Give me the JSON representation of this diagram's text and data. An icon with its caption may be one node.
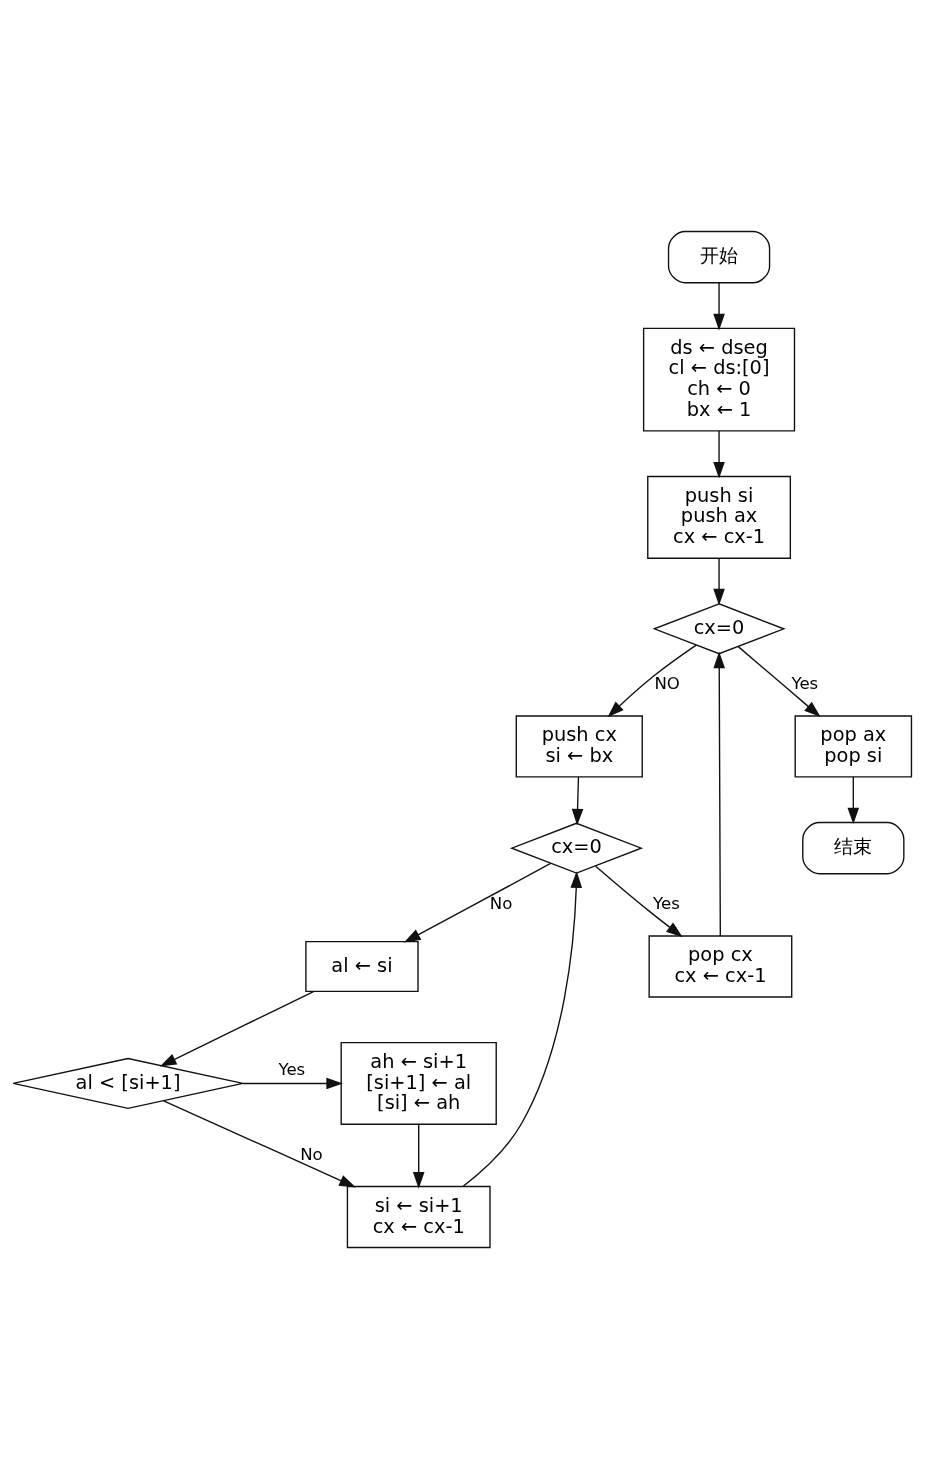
{
  "diagram": {
    "nodes": [
      {
        "text": [
          "开始"
        ]
      },
      {
        "text": [
          "ds ← dseg",
          "cl ← ds:[0]",
          "ch ← 0",
          "bx ← 1"
        ]
      },
      {
        "text": [
          "push si",
          "push ax",
          "cx ← cx-1"
        ]
      },
      {
        "text": [
          "cx=0"
        ]
      },
      {
        "text": [
          "push cx",
          "si ← bx"
        ]
      },
      {
        "text": [
          "cx=0"
        ]
      },
      {
        "text": [
          "al ← si"
        ]
      },
      {
        "text": [
          "al < [si+1]"
        ]
      },
      {
        "text": [
          "ah ← si+1",
          "[si+1] ← al",
          "[si] ← ah"
        ]
      },
      {
        "text": [
          "si ← si+1",
          "cx ← cx-1"
        ]
      },
      {
        "text": [
          "pop cx",
          "cx ← cx-1"
        ]
      },
      {
        "text": [
          "pop ax",
          "pop si"
        ]
      },
      {
        "text": [
          "结束"
        ]
      }
    ],
    "edges": [
      {
        "from": 0,
        "to": 1,
        "arrow": "to"
      },
      {
        "from": 1,
        "to": 2,
        "arrow": "to"
      },
      {
        "from": 2,
        "to": 3,
        "arrow": "to"
      },
      {
        "from": 3,
        "to": 4,
        "arrow": "to",
        "label": "NO"
      },
      {
        "from": 3,
        "to": 11,
        "arrow": "to",
        "label": "Yes"
      },
      {
        "from": 4,
        "to": 5,
        "arrow": "to"
      },
      {
        "from": 5,
        "to": 6,
        "arrow": "to",
        "label": "No"
      },
      {
        "from": 5,
        "to": 10,
        "arrow": "to",
        "label": "Yes"
      },
      {
        "from": 6,
        "to": 7,
        "arrow": "to"
      },
      {
        "from": 7,
        "to": 8,
        "arrow": "to",
        "label": "Yes"
      },
      {
        "from": 7,
        "to": 9,
        "arrow": "to",
        "label": "No"
      },
      {
        "from": 8,
        "to": 9,
        "arrow": "to"
      },
      {
        "from": 9,
        "to": 5,
        "arrow": "to"
      },
      {
        "from": 10,
        "to": 3,
        "arrow": "to"
      },
      {
        "from": 11,
        "to": 12,
        "arrow": "to"
      }
    ]
  }
}
